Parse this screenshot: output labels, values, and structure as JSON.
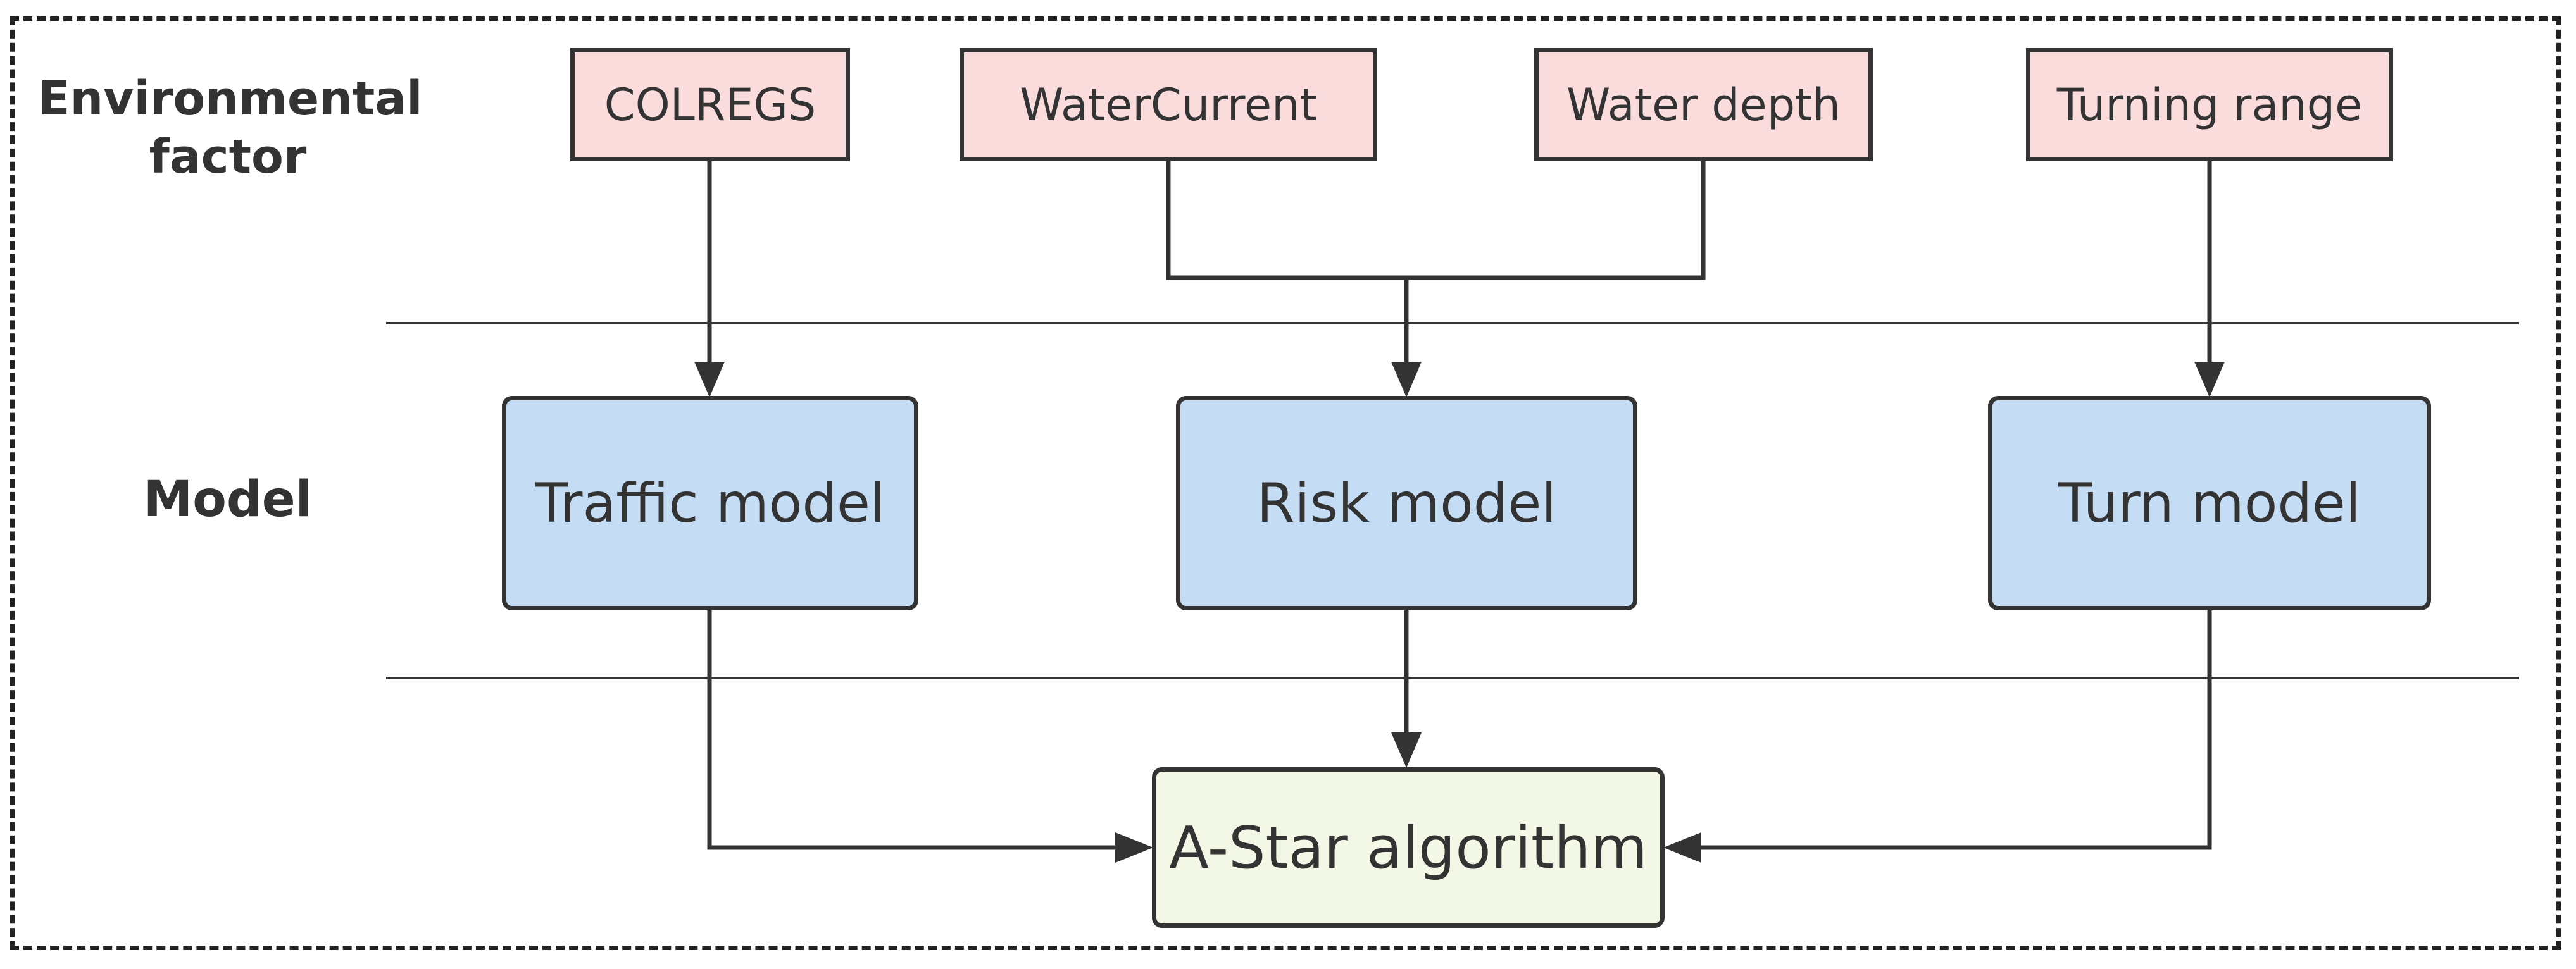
{
  "layers": {
    "environmental_label": "Environmental factor",
    "model_label": "Model"
  },
  "factors": {
    "colregs": "COLREGS",
    "water_current": "WaterCurrent",
    "water_depth": "Water depth",
    "turning_range": "Turning range"
  },
  "models": {
    "traffic": "Traffic model",
    "risk": "Risk model",
    "turn": "Turn model"
  },
  "algorithm": "A-Star algorithm",
  "colors": {
    "factor_fill": "#fadcdc",
    "model_fill": "#c5ddf4",
    "algorithm_fill": "#f3f7e5",
    "stroke": "#333333"
  }
}
